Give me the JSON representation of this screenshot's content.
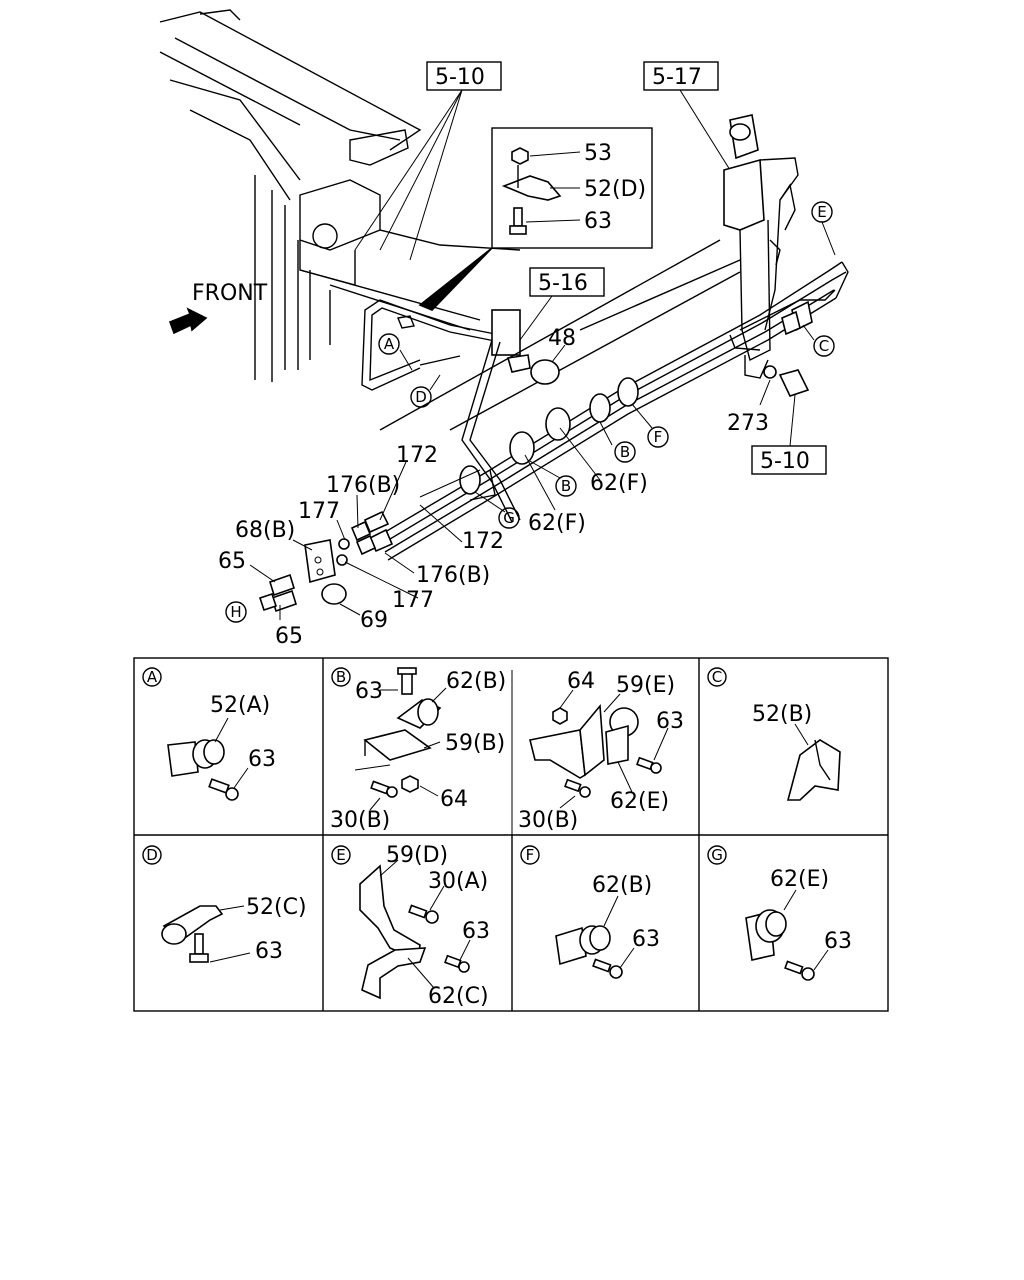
{
  "main": {
    "front_label": "FRONT",
    "ref_boxes": {
      "ref_5_10_top": "5-10",
      "ref_5_17": "5-17",
      "ref_5_16": "5-16",
      "ref_5_10_bottom": "5-10"
    },
    "inset": {
      "nut": "53",
      "clip": "52(D)",
      "bolt": "63"
    },
    "callouts": {
      "p48": "48",
      "p273": "273",
      "p172_top": "172",
      "p172_bottom": "172",
      "p176b_top": "176(B)",
      "p176b_bottom": "176(B)",
      "p177_top": "177",
      "p177_bottom": "177",
      "p68b": "68(B)",
      "p65_top": "65",
      "p65_bottom": "65",
      "p69": "69",
      "p62f_a": "62(F)",
      "p62f_b": "62(F)"
    },
    "circle_markers": {
      "A": "A",
      "B1": "B",
      "B2": "B",
      "C": "C",
      "D": "D",
      "E": "E",
      "F": "F",
      "G": "G",
      "H": "H"
    }
  },
  "details": {
    "A": {
      "key": "A",
      "clip": "52(A)",
      "bolt": "63"
    },
    "B": {
      "key": "B",
      "left": {
        "bolt": "63",
        "clip": "62(B)",
        "bracket": "59(B)",
        "nut": "64",
        "bolt2": "30(B)"
      },
      "right": {
        "nut": "64",
        "bracket": "59(E)",
        "bolt": "63",
        "clip": "62(E)",
        "bolt2": "30(B)"
      }
    },
    "C": {
      "key": "C",
      "clip": "52(B)"
    },
    "D": {
      "key": "D",
      "clip": "52(C)",
      "bolt": "63"
    },
    "E": {
      "key": "E",
      "bracket": "59(D)",
      "bolt": "30(A)",
      "bolt2": "63",
      "clip": "62(C)"
    },
    "F": {
      "key": "F",
      "clip": "62(B)",
      "bolt": "63"
    },
    "G": {
      "key": "G",
      "clip": "62(E)",
      "bolt": "63"
    }
  }
}
